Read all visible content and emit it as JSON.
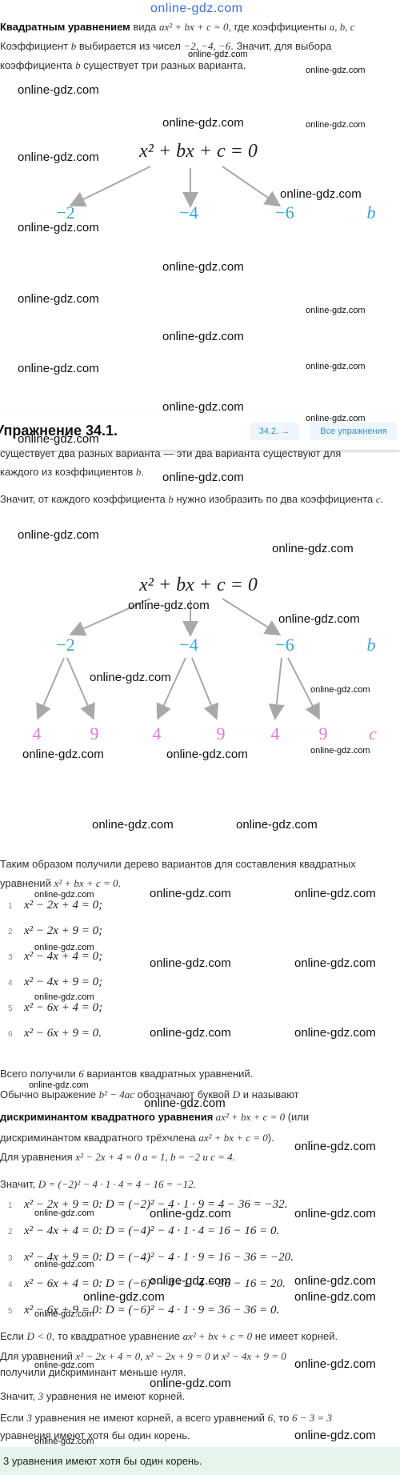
{
  "site_logo": "online-gdz.com",
  "watermark": "online-gdz.com",
  "intro": {
    "bold1": "Квадратным уравнением",
    "text1": " вида ",
    "eq1": "ax² + bx + c = 0",
    "text2": ", где коэффициенты ",
    "coefs": "a,  b,  c",
    "line2a": "Коэффициент ",
    "b": "b",
    "line2b": " выбирается из чисел ",
    "nums": "−2, −4, −6",
    "line2c": ". Значит, для выбора",
    "line3a": "коэффициента ",
    "line3b": " существует три разных варианта."
  },
  "tree1": {
    "root": "x² + bx + c = 0",
    "children": [
      "−2",
      "−4",
      "−6"
    ],
    "level_label": "b"
  },
  "header": {
    "title": "Упражнение 34.1.",
    "next_btn": "34.2.  →",
    "all_btn": "Все упражнения"
  },
  "section2": {
    "line1": "существует два разных варианта — эти два варианта существуют для",
    "line2a": "каждого из коэффициентов ",
    "line2b": ".",
    "line3a": "Значит, от каждого коэффициента ",
    "line3b": " нужно изобразить по два коэффициента ",
    "c": "c",
    "line3c": "."
  },
  "tree2": {
    "root": "x² + bx + c = 0",
    "children": [
      "−2",
      "−4",
      "−6"
    ],
    "leaves": [
      "4",
      "9",
      "4",
      "9",
      "4",
      "9"
    ],
    "level_label_b": "b",
    "level_label_c": "c"
  },
  "section3": {
    "line1": "Таким образом получили дерево вариантов для составления квадратных",
    "line2a": "уравнений ",
    "line2eq": "x² + bx + c = 0",
    "line2b": "."
  },
  "equations": [
    {
      "n": "1",
      "eq": "x² − 2x + 4 = 0;"
    },
    {
      "n": "2",
      "eq": "x² − 2x + 9 = 0;"
    },
    {
      "n": "3",
      "eq": "x² − 4x + 4 = 0;"
    },
    {
      "n": "4",
      "eq": "x² − 4x + 9 = 0;"
    },
    {
      "n": "5",
      "eq": "x² − 6x + 4 = 0;"
    },
    {
      "n": "6",
      "eq": "x² − 6x + 9 = 0."
    }
  ],
  "section4": {
    "line1a": "Всего получили ",
    "line1n": "6",
    "line1b": " вариантов квадратных уравнений.",
    "line2a": "Обычно выражение ",
    "line2eq": "b² − 4ac",
    "line2b": " обозначают буквой ",
    "line2D": "D",
    "line2c": " и называют",
    "line3bold": "дискриминантом квадратного уравнения",
    "line3eq": " ax² + bx + c = 0",
    "line3b": " (или",
    "line4a": "дискриминантом квадратного трёхчлена ",
    "line4eq": "ax² + bx + c = 0",
    "line4b": ").",
    "line5a": "Для уравнения ",
    "line5eq": "x² − 2x + 4 = 0 a = 1, b = −2 и c = 4.",
    "line6a": "Значит, ",
    "line6eq": "D = (−2)² − 4 · 1 · 4 = 4 − 16 = −12."
  },
  "discriminants": [
    {
      "n": "1",
      "eq": "x² − 2x + 9 = 0: D = (−2)² − 4 · 1 · 9 = 4 − 36 = −32."
    },
    {
      "n": "2",
      "eq": "x² − 4x + 4 = 0: D = (−4)² − 4 · 1 · 4 = 16 − 16 = 0."
    },
    {
      "n": "3",
      "eq": "x² − 4x + 9 = 0: D = (−4)² − 4 · 1 · 9 = 16 − 36 = −20."
    },
    {
      "n": "4",
      "eq": "x² − 6x + 4 = 0: D = (−6)² − 4 · 1 · 4 = 36 − 16 = 20."
    },
    {
      "n": "5",
      "eq": "x² − 6x + 9 = 0: D = (−6)² − 4 · 1 · 9 = 36 − 36 = 0."
    }
  ],
  "section5": {
    "line1a": "Если ",
    "line1eq": "D < 0",
    "line1b": ", то квадратное уравнение ",
    "line1eq2": "ax² + bx + c = 0",
    "line1c": " не имеет корней.",
    "line2a": "Для уравнений ",
    "line2eq": "x² − 2x + 4 = 0, x² − 2x + 9 = 0",
    "line2b": " и ",
    "line2eq2": "x² − 4x + 9 = 0",
    "line3": "получили дискриминант меньше нуля.",
    "line4a": "Значит, ",
    "line4n": "3",
    "line4b": " уравнения не имеют корней.",
    "line5a": "Если ",
    "line5n": "3",
    "line5b": " уравнения не имеют корней, а всего уравнений ",
    "line5n2": "6",
    "line5c": ", то ",
    "line5eq": "6 − 3 = 3",
    "line6": "уравнения имеют хотя бы один корень."
  },
  "final": "3 уравнения имеют хотя бы один корень.",
  "colors": {
    "blue": "#3aa3d8",
    "pink": "#e07ad8",
    "arrow": "#a8a8a8",
    "final_bg": "#e6f5ec"
  }
}
